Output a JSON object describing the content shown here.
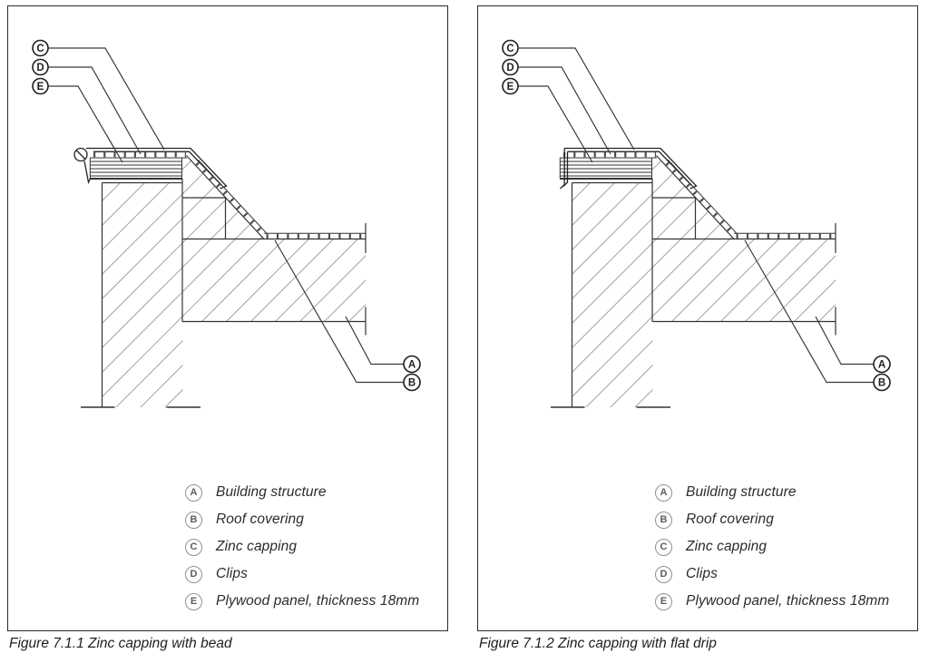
{
  "figures": [
    {
      "variant": "bead",
      "caption": "Figure 7.1.1 Zinc capping with bead"
    },
    {
      "variant": "flat-drip",
      "caption": "Figure 7.1.2 Zinc capping with flat drip"
    }
  ],
  "callouts": {
    "A": "A",
    "B": "B",
    "C": "C",
    "D": "D",
    "E": "E"
  },
  "legend": [
    {
      "key": "A",
      "label": "Building structure"
    },
    {
      "key": "B",
      "label": "Roof covering"
    },
    {
      "key": "C",
      "label": "Zinc capping"
    },
    {
      "key": "D",
      "label": "Clips"
    },
    {
      "key": "E",
      "label": "Plywood panel, thickness 18mm"
    }
  ],
  "colors": {
    "line": "#333333",
    "capping_line": "#222222",
    "hatch": "#a3a3a3",
    "covering_band": "#4f4f4f",
    "legend_circle": "#909090",
    "text": "#1e1e1e"
  }
}
